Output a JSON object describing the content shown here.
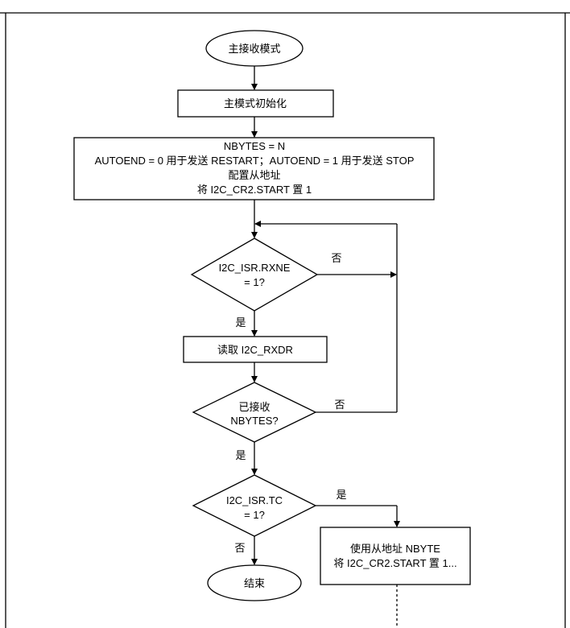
{
  "nodes": {
    "start": "主接收模式",
    "init": "主模式初始化",
    "config": [
      "NBYTES = N",
      "AUTOEND = 0 用于发送 RESTART；AUTOEND = 1 用于发送 STOP",
      "配置从地址",
      "将 I2C_CR2.START 置 1"
    ],
    "rxne": [
      "I2C_ISR.RXNE",
      "= 1?"
    ],
    "read": "读取 I2C_RXDR",
    "nbytes": [
      "已接收",
      "NBYTES?"
    ],
    "tc": [
      "I2C_ISR.TC",
      "= 1?"
    ],
    "restart": [
      "使用从地址 NBYTE",
      "将 I2C_CR2.START 置 1..."
    ],
    "end": "结束"
  },
  "labels": {
    "rxne_no": "否",
    "rxne_yes": "是",
    "nbytes_no": "否",
    "nbytes_yes": "是",
    "tc_yes": "是",
    "tc_no": "否"
  }
}
